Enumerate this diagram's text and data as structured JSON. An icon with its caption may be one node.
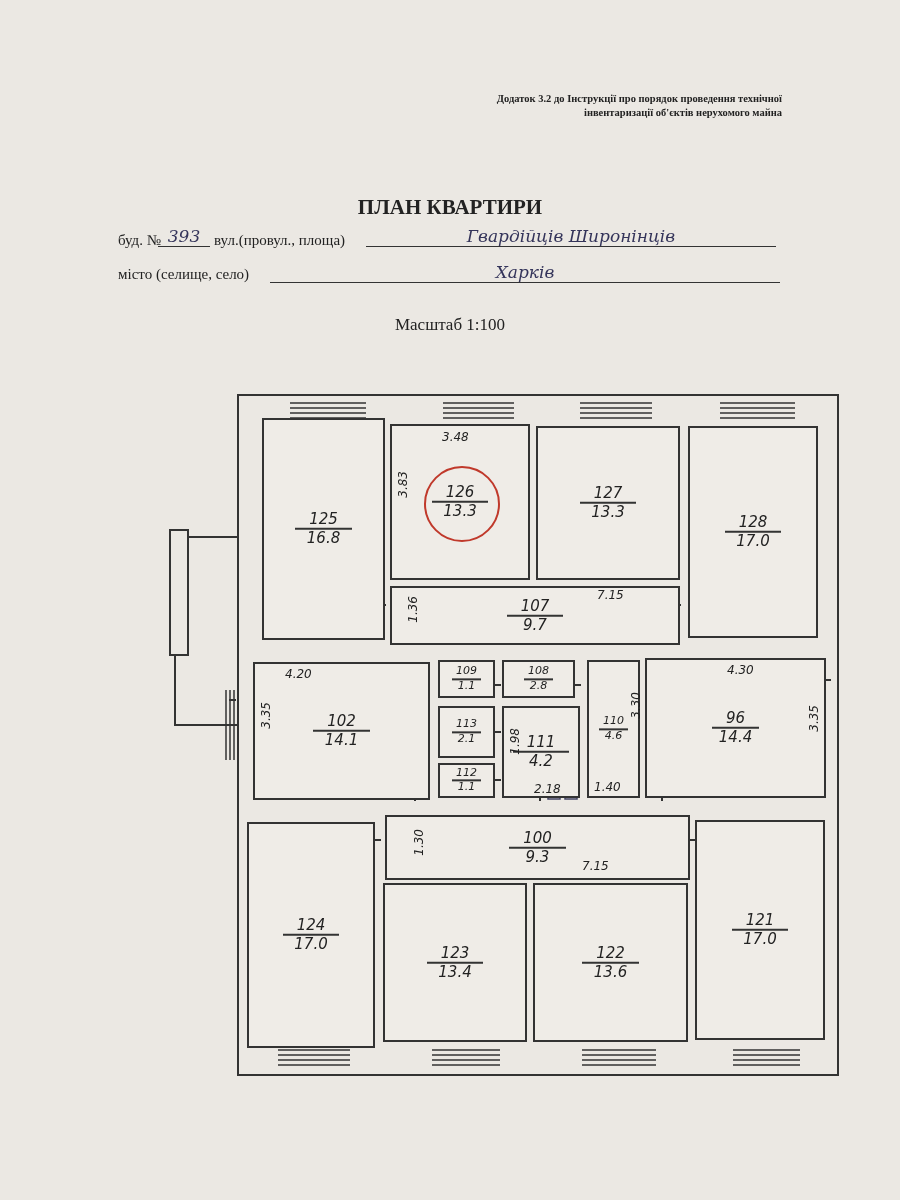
{
  "diagram": {
    "title": "ПЛАН КВАРТИРИ",
    "nodes": [
      {
        "text": [
          "125",
          "16.8"
        ]
      },
      {
        "text": [
          "126",
          "13.3",
          "3.48",
          "3.83"
        ]
      },
      {
        "text": [
          "127",
          "13.3"
        ]
      },
      {
        "text": [
          "128",
          "17.0"
        ]
      },
      {
        "text": [
          "107",
          "9.7",
          "1.36",
          "7.15"
        ]
      },
      {
        "text": [
          "102",
          "14.1",
          "4.20",
          "3.35"
        ]
      },
      {
        "text": [
          "109",
          "1.1"
        ]
      },
      {
        "text": [
          "108",
          "2.8"
        ]
      },
      {
        "text": [
          "113",
          "2.1"
        ]
      },
      {
        "text": [
          "111",
          "4.2",
          "1.98",
          "2.18"
        ]
      },
      {
        "text": [
          "112",
          "1.1"
        ]
      },
      {
        "text": [
          "110",
          "4.6",
          "3.30",
          "1.40"
        ]
      },
      {
        "text": [
          "96",
          "14.4",
          "4.30",
          "3.35"
        ]
      },
      {
        "text": [
          "100",
          "9.3",
          "1.30",
          "7.15"
        ]
      },
      {
        "text": [
          "124",
          "17.0"
        ]
      },
      {
        "text": [
          "123",
          "13.4"
        ]
      },
      {
        "text": [
          "122",
          "13.6"
        ]
      },
      {
        "text": [
          "121",
          "17.0"
        ]
      }
    ],
    "labels": [
      "Додаток 3.2 до Інструкції про порядок проведення технічної інвентаризації об'єктів нерухомого майна",
      "буд. №",
      "393",
      "вул.(провул., площа)",
      "Гвардійців Широнінців",
      "місто (селище, село)",
      "Харків",
      "Масштаб 1:100"
    ]
  }
}
